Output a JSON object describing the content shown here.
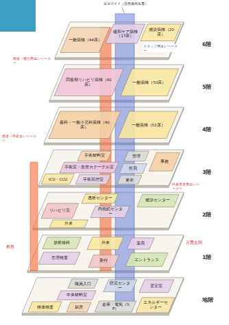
{
  "diagram": {
    "nodes": [
      {
        "text": [
          "一般病棟（44床）"
        ]
      },
      {
        "text": [
          "緩和ケア病棟（17床）"
        ]
      },
      {
        "text": [
          "感染病棟（20床）"
        ]
      },
      {
        "text": [
          "回復期リハビリ病棟（40床）"
        ]
      },
      {
        "text": [
          "一般病棟（50床）"
        ]
      },
      {
        "text": [
          "産科・一般小児科病棟（40床）"
        ]
      },
      {
        "text": [
          "一般病棟（52床）"
        ]
      },
      {
        "text": [
          "手術材料室"
        ]
      },
      {
        "text": [
          "管理"
        ]
      },
      {
        "text": [
          "事務"
        ]
      },
      {
        "text": [
          "手術室・血管カテーテル室"
        ]
      },
      {
        "text": [
          "医局"
        ]
      },
      {
        "text": [
          "ICU・CCU"
        ]
      },
      {
        "text": [
          "手術部控室"
        ]
      },
      {
        "text": [
          "更衣"
        ]
      },
      {
        "text": [
          "透析センター"
        ]
      },
      {
        "text": [
          "健診センター"
        ]
      },
      {
        "text": [
          "リハビリ室"
        ]
      },
      {
        "text": [
          "内視鏡センター"
        ]
      },
      {
        "text": [
          "外来"
        ]
      },
      {
        "text": [
          "放射線科"
        ]
      },
      {
        "text": [
          "外来"
        ]
      },
      {
        "text": [
          "薬局"
        ]
      },
      {
        "text": [
          "生理検査"
        ]
      },
      {
        "text": [
          "受付"
        ]
      },
      {
        "text": [
          "エントランス"
        ]
      },
      {
        "text": [
          "職員入口"
        ]
      },
      {
        "text": [
          "防災センター"
        ]
      },
      {
        "text": [
          "霊安室"
        ]
      },
      {
        "text": [
          "中央材料室"
        ]
      },
      {
        "text": [
          "検体検査"
        ]
      },
      {
        "text": [
          "厨房"
        ]
      },
      {
        "text": [
          "倉庫・電気（SP）"
        ]
      },
      {
        "text": [
          "エネルギーセンター"
        ]
      }
    ],
    "labels": [
      "エコボイド（自然換気装置）",
      "6階",
      "5階",
      "4階",
      "3階",
      "2階",
      "1階",
      "地階",
      "救急・寝台用エレベーター",
      "スタッフ用エレベーター",
      "患者・手術エレベーター",
      "外来患者用エレベーター",
      "正面玄関",
      "救急"
    ]
  }
}
